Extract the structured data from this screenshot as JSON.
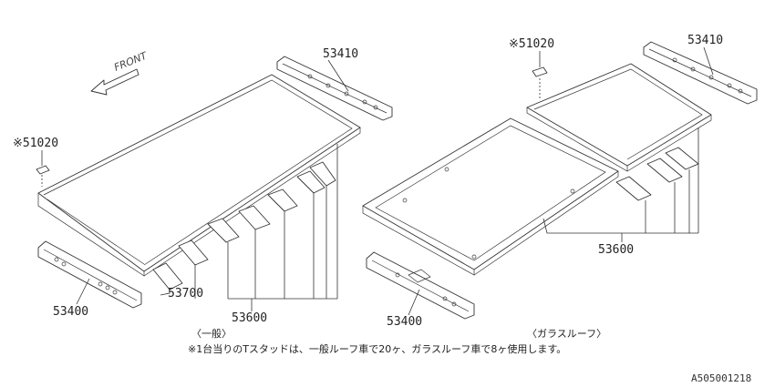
{
  "labels": {
    "front": "FRONT",
    "left_clip": "※51020",
    "left_rear_rail": "53410",
    "left_front_rail": "53400",
    "left_bow": "53700",
    "left_bows": "53600",
    "left_caption": "〈一般〉",
    "right_clip": "※51020",
    "right_rear_rail": "53410",
    "right_bows": "53600",
    "right_front_rail": "53400",
    "right_caption": "〈ガラスルーフ〉"
  },
  "footnote": "※1台当りのTスタッドは、一般ルーフ車で20ヶ、ガラスルーフ車で8ヶ使用します。",
  "figure_ref": "A505001218"
}
